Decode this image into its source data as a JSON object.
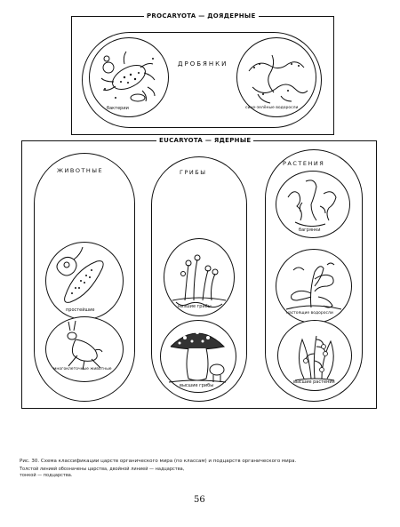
{
  "prokaryota": {
    "frame_label": "PROCARYOTA — ДОЯДЕРНЫЕ",
    "title": "ДРОБЯНКИ",
    "left_caption": "бактерии",
    "right_caption": "сине-зелёные водоросли"
  },
  "eukaryota": {
    "frame_label": "EUCARYOTA — ЯДЕРНЫЕ",
    "columns": {
      "animals": {
        "title": "ЖИВОТНЫЕ",
        "top_caption": "простейшие",
        "bottom_caption": "многоклеточные животные"
      },
      "fungi": {
        "title": "ГРИБЫ",
        "top_caption": "низшие грибы",
        "bottom_caption": "высшие грибы"
      },
      "plants": {
        "title": "РАСТЕНИЯ",
        "top_caption": "багрянки",
        "middle_caption": "настоящие водоросли",
        "bottom_caption": "высшие растения"
      }
    }
  },
  "figure_caption": {
    "line1": "Рис. 30. Схема классификации царств органического мира (по классам) и подцарств органического мира.",
    "line2": "Толстой линией обозначены царства, двойной линией — надцарства,",
    "line3": "тонкой — подцарства."
  },
  "page_number": "56"
}
